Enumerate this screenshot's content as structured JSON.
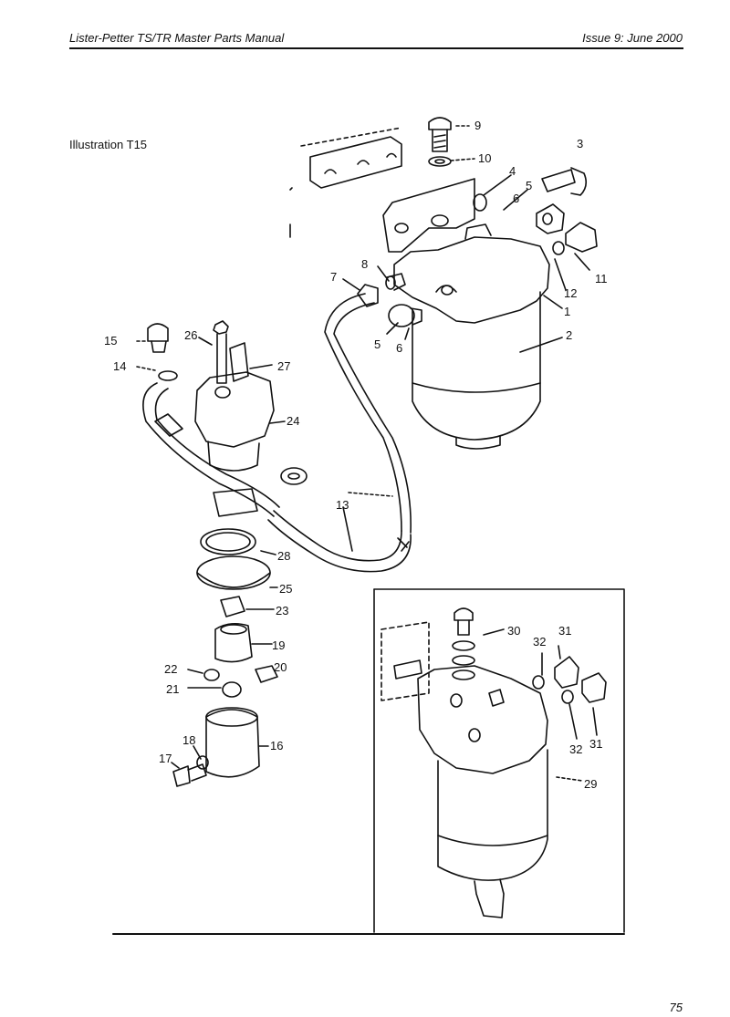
{
  "header": {
    "manual_title": "Lister-Petter TS/TR Master Parts Manual",
    "issue": "Issue 9: June 2000"
  },
  "illustration_label": "Illustration T15",
  "page_number": "75",
  "callouts": [
    {
      "id": "c9",
      "text": "9"
    },
    {
      "id": "c3",
      "text": "3"
    },
    {
      "id": "c10",
      "text": "10"
    },
    {
      "id": "c4",
      "text": "4"
    },
    {
      "id": "c5a",
      "text": "5"
    },
    {
      "id": "c6a",
      "text": "6"
    },
    {
      "id": "c8",
      "text": "8"
    },
    {
      "id": "c7",
      "text": "7"
    },
    {
      "id": "c11",
      "text": "11"
    },
    {
      "id": "c12",
      "text": "12"
    },
    {
      "id": "c1",
      "text": "1"
    },
    {
      "id": "c5b",
      "text": "5"
    },
    {
      "id": "c6b",
      "text": "6"
    },
    {
      "id": "c2",
      "text": "2"
    },
    {
      "id": "c15",
      "text": "15"
    },
    {
      "id": "c26",
      "text": "26"
    },
    {
      "id": "c27",
      "text": "27"
    },
    {
      "id": "c14",
      "text": "14"
    },
    {
      "id": "c24",
      "text": "24"
    },
    {
      "id": "c13",
      "text": "13"
    },
    {
      "id": "c28",
      "text": "28"
    },
    {
      "id": "c25",
      "text": "25"
    },
    {
      "id": "c23",
      "text": "23"
    },
    {
      "id": "c19",
      "text": "19"
    },
    {
      "id": "c22",
      "text": "22"
    },
    {
      "id": "c20",
      "text": "20"
    },
    {
      "id": "c21",
      "text": "21"
    },
    {
      "id": "c18",
      "text": "18"
    },
    {
      "id": "c16",
      "text": "16"
    },
    {
      "id": "c17",
      "text": "17"
    },
    {
      "id": "c30",
      "text": "30"
    },
    {
      "id": "c32a",
      "text": "32"
    },
    {
      "id": "c31a",
      "text": "31"
    },
    {
      "id": "c32b",
      "text": "32"
    },
    {
      "id": "c31b",
      "text": "31"
    },
    {
      "id": "c29",
      "text": "29"
    }
  ]
}
